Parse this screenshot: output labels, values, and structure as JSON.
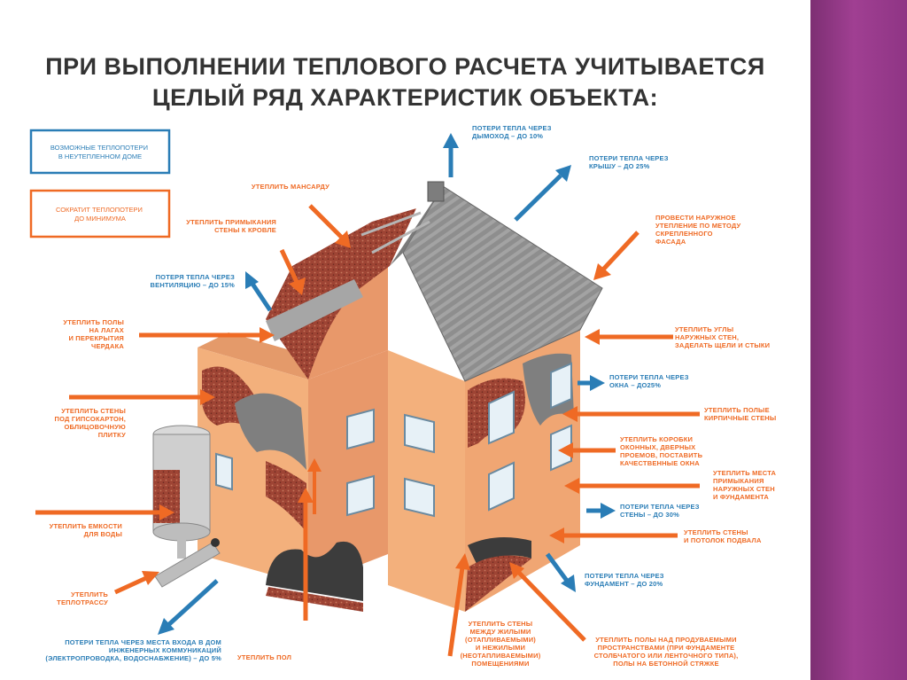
{
  "title": {
    "line1": "ПРИ ВЫПОЛНЕНИИ ТЕПЛОВОГО РАСЧЕТА УЧИТЫВАЕТСЯ",
    "line2": "ЦЕЛЫЙ РЯД ХАРАКТЕРИСТИК ОБЪЕКТА:"
  },
  "legend": {
    "heat_loss": [
      "ВОЗМОЖНЫЕ ТЕПЛОПОТЕРИ",
      "В НЕУТЕПЛЕННОМ ДОМЕ"
    ],
    "minimize": [
      "СОКРАТИТ ТЕПЛОПОТЕРИ",
      "ДО МИНИМУМА"
    ]
  },
  "colors": {
    "accent_purple": "#8f3585",
    "loss_blue": "#2a7db6",
    "insulate_orange": "#ef6a24",
    "wall_peach": "#f3b07c",
    "roof_gray": "#8c8c8c",
    "brick_red": "#a84f3c"
  },
  "labels": {
    "chimney": [
      "ПОТЕРИ ТЕПЛА ЧЕРЕЗ",
      "ДЫМОХОД – ДО 10%"
    ],
    "roof": [
      "ПОТЕРИ ТЕПЛА ЧЕРЕЗ",
      "КРЫШУ – ДО 25%"
    ],
    "attic": [
      "УТЕПЛИТЬ МАНСАРДУ"
    ],
    "junctions": [
      "УТЕПЛИТЬ ПРИМЫКАНИЯ",
      "СТЕНЫ К КРОВЛЕ"
    ],
    "facade": [
      "ПРОВЕСТИ НАРУЖНОЕ",
      "УТЕПЛЕНИЕ ПО МЕТОДУ",
      "СКРЕПЛЕННОГО",
      "ФАСАДА"
    ],
    "ventilation": [
      "ПОТЕРЯ ТЕПЛА ЧЕРЕЗ",
      "ВЕНТИЛЯЦИЮ – ДО 15%"
    ],
    "floors": [
      "УТЕПЛИТЬ ПОЛЫ",
      "НА ЛАГАХ",
      "И ПЕРЕКРЫТИЯ",
      "ЧЕРДАКА"
    ],
    "corners": [
      "УТЕПЛИТЬ УГЛЫ",
      "НАРУЖНЫХ СТЕН,",
      "ЗАДЕЛАТЬ ЩЕЛИ И СТЫКИ"
    ],
    "windows_loss": [
      "ПОТЕРИ ТЕПЛА ЧЕРЕЗ",
      "ОКНА – ДО25%"
    ],
    "drywall": [
      "УТЕПЛИТЬ СТЕНЫ",
      "ПОД ГИПСОКАРТОН,",
      "ОБЛИЦОВОЧНУЮ",
      "ПЛИТКУ"
    ],
    "hollow_walls": [
      "УТЕПЛИТЬ ПОЛЫЕ",
      "КИРПИЧНЫЕ СТЕНЫ"
    ],
    "window_boxes": [
      "УТЕПЛИТЬ КОРОБКИ",
      "ОКОННЫХ, ДВЕРНЫХ",
      "ПРОЕМОВ, ПОСТАВИТЬ",
      "КАЧЕСТВЕННЫЕ ОКНА"
    ],
    "foundation_walls": [
      "УТЕПЛИТЬ МЕСТА",
      "ПРИМЫКАНИЯ",
      "НАРУЖНЫХ СТЕН",
      "И ФУНДАМЕНТА"
    ],
    "walls_loss": [
      "ПОТЕРИ ТЕПЛА ЧЕРЕЗ",
      "СТЕНЫ – ДО 30%"
    ],
    "tank": [
      "УТЕПЛИТЬ ЕМКОСТИ",
      "ДЛЯ ВОДЫ"
    ],
    "basement": [
      "УТЕПЛИТЬ СТЕНЫ",
      "И ПОТОЛОК ПОДВАЛА"
    ],
    "foundation_loss": [
      "ПОТЕРИ ТЕПЛА ЧЕРЕЗ",
      "ФУНДАМЕНТ – ДО 20%"
    ],
    "heat_pipe": [
      "УТЕПЛИТЬ",
      "ТЕПЛОТРАССУ"
    ],
    "inner_walls": [
      "УТЕПЛИТЬ СТЕНЫ",
      "МЕЖДУ ЖИЛЫМИ",
      "(ОТАПЛИВАЕМЫМИ)",
      "И НЕЖИЛЫМИ",
      "(НЕОТАПЛИВАЕМЫМИ)",
      "ПОМЕЩЕНИЯМИ"
    ],
    "ventilated_floors": [
      "УТЕПЛИТЬ ПОЛЫ НАД ПРОДУВАЕМЫМИ",
      "ПРОСТРАНСТВАМИ (ПРИ ФУНДАМЕНТЕ",
      "СТОЛБЧАТОГО ИЛИ ЛЕНТОЧНОГО ТИПА),",
      "ПОЛЫ НА БЕТОННОЙ СТЯЖКЕ"
    ],
    "utilities": [
      "ПОТЕРИ ТЕПЛА ЧЕРЕЗ МЕСТА ВХОДА В ДОМ",
      "ИНЖЕНЕРНЫХ КОММУНИКАЦИЙ",
      "(ЭЛЕКТРОПРОВОДКА, ВОДОСНАБЖЕНИЕ) – ДО 5%"
    ],
    "floor": [
      "УТЕПЛИТЬ ПОЛ"
    ]
  }
}
